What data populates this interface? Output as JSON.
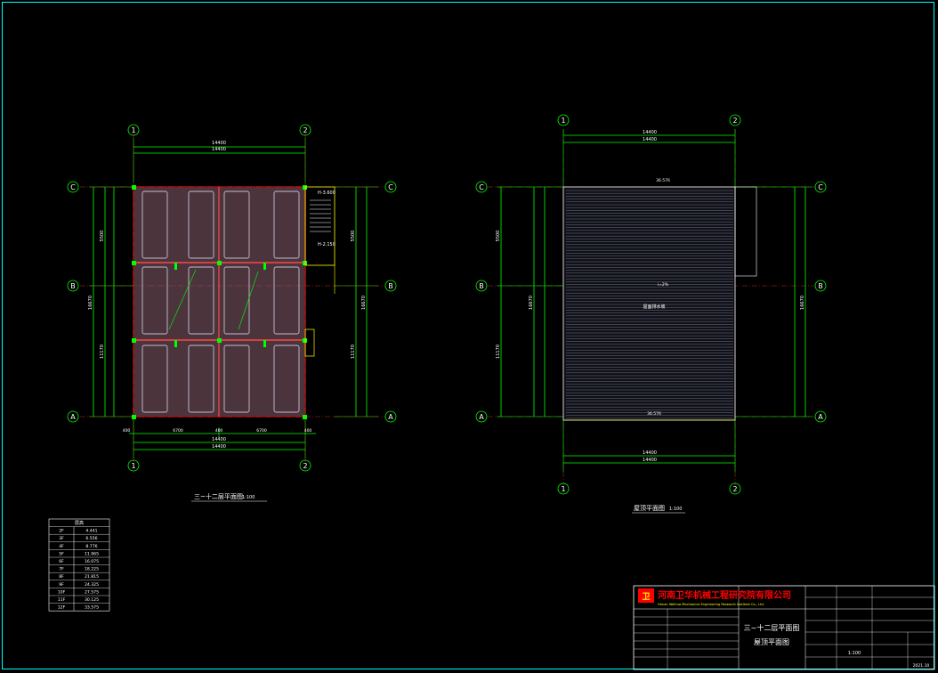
{
  "colors": {
    "background": "#000000",
    "frame": "#00ffff",
    "grid_bubble": "#00ff00",
    "dimension": "#00ff00",
    "wall": "#ff2020",
    "fill": "#f0a0b0",
    "text": "#ffffff",
    "titleblock_red": "#ff0000",
    "titleblock_yellow": "#ffff00"
  },
  "grid_labels": {
    "col_1": "1",
    "col_2": "2",
    "row_a": "A",
    "row_b": "B",
    "row_c": "C"
  },
  "left_plan": {
    "title": "三~十二层平面图",
    "scale": "1:100",
    "dim_top_outer": "14400",
    "dim_top_inner": "14400",
    "dim_bottom_outer": "14400",
    "dim_bottom_inner": "14400",
    "dim_bottom_segments": [
      "400",
      "6700",
      "400",
      "6700",
      "400"
    ],
    "dim_left_total": "16670",
    "dim_left_upper": "5500",
    "dim_left_lower": "11170",
    "dim_right_total": "16670",
    "dim_right_upper": "5500",
    "dim_right_lower": "11170",
    "stair_label_top": "H-3.600",
    "stair_label_bottom": "H-2.150"
  },
  "right_plan": {
    "title": "屋顶平面图",
    "scale": "1:100",
    "dim_top_outer": "14400",
    "dim_top_inner": "14400",
    "dim_bottom_outer": "14400",
    "dim_bottom_inner": "14400",
    "dim_left_total": "16670",
    "dim_left_upper": "5500",
    "dim_left_lower": "11170",
    "dim_right_total": "16670",
    "slope_note": "i=2%",
    "roof_note": "屋面排水坡",
    "elev_top": "36.576",
    "elev_bottom": "36.576"
  },
  "level_table": {
    "header": "层高",
    "rows": [
      [
        "2F",
        "4.441"
      ],
      [
        "3F",
        "6.556"
      ],
      [
        "4F",
        "8.776"
      ],
      [
        "5F",
        "11.965"
      ],
      [
        "6F",
        "16.075"
      ],
      [
        "7F",
        "18.225"
      ],
      [
        "8F",
        "21.815"
      ],
      [
        "9F",
        "24.325"
      ],
      [
        "10F",
        "27.575"
      ],
      [
        "11F",
        "30.125"
      ],
      [
        "12F",
        "33.575"
      ]
    ]
  },
  "title_block": {
    "company_cn": "河南卫华机械工程研究院有限公司",
    "company_en": "Henan Weihua Mechanical Engineering Research Institute Co., Ltd.",
    "drawing_title_1": "三~十二层平面图",
    "drawing_title_2": "屋顶平面图",
    "scale": "1:100",
    "year": "2021.10"
  }
}
